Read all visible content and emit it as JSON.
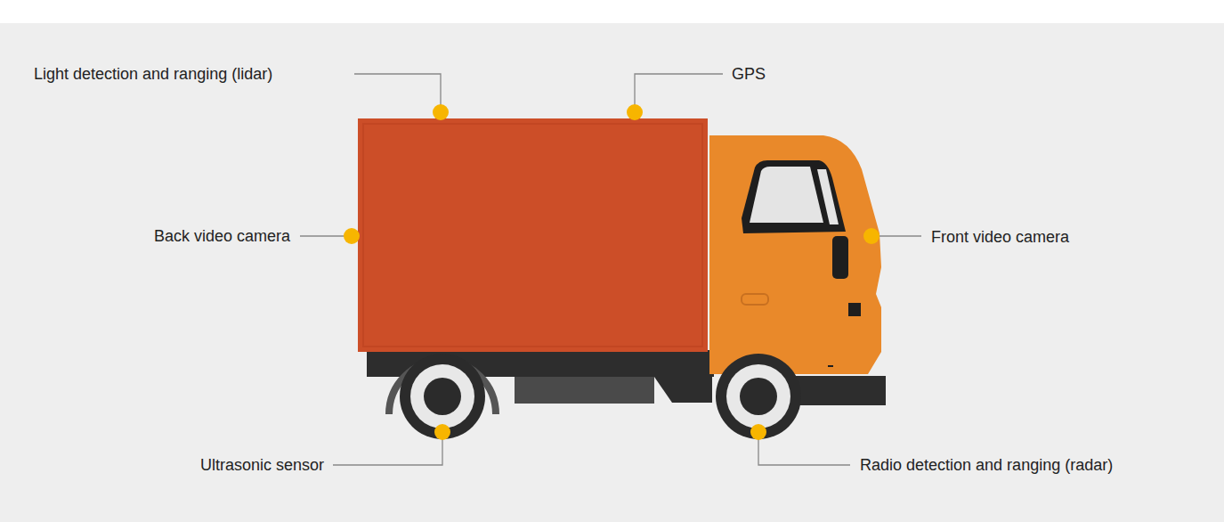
{
  "diagram": {
    "labels": [
      "Light detection and ranging (lidar)",
      "GPS",
      "Back video camera",
      "Front video camera",
      "Ultrasonic sensor",
      "Radio detection and ranging (radar)"
    ]
  }
}
